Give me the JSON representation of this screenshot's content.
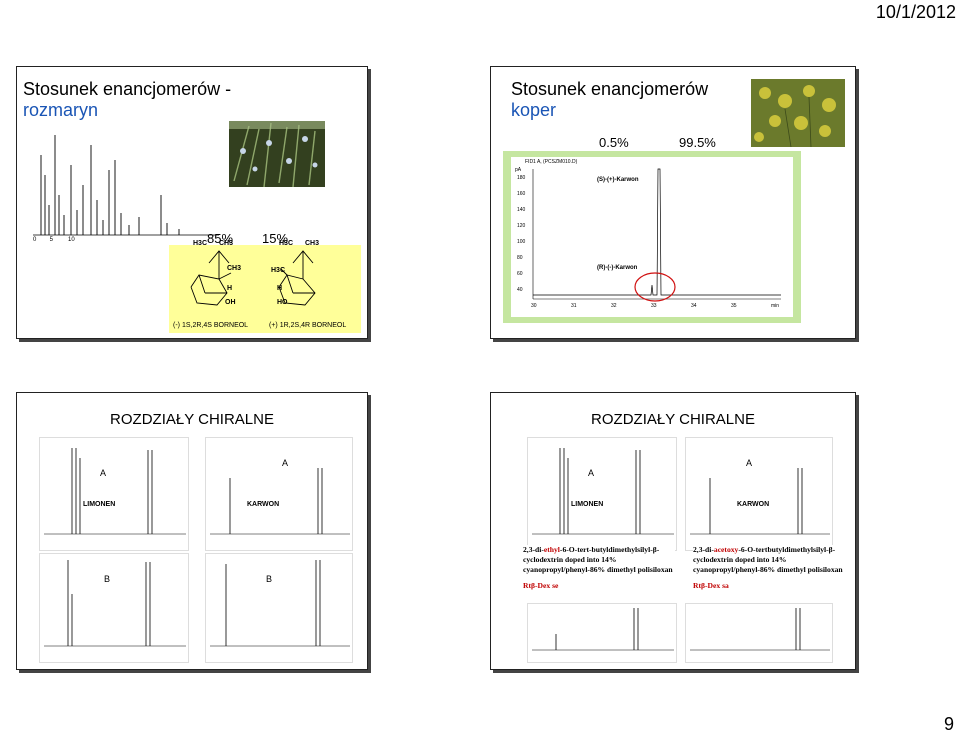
{
  "header": {
    "date": "10/1/2012"
  },
  "footer": {
    "page_number": "9"
  },
  "slide1": {
    "title_line1": "Stosunek enancjomerów -",
    "title_line2": "rozmaryn",
    "pct_left": "85%",
    "pct_right": "15%",
    "label_left": "(-) 1S,2R,4S BORNEOL",
    "label_right": "(+) 1R,2S,4R BORNEOL",
    "chem": {
      "h3c": "H3C",
      "ch3": "CH3",
      "oh": "OH",
      "ho": "HO",
      "h": "H"
    }
  },
  "slide2": {
    "title_line1": "Stosunek enancjomerów",
    "title_line2": "koper",
    "pct_left": "0.5%",
    "pct_right": "99.5%",
    "chart_header": "FID1 A, (PCSZM010.D)",
    "unit": "pA",
    "peak_s": "(S)-(+)-Karwon",
    "peak_r": "(R)-(-)-Karwon",
    "y_ticks": [
      "180",
      "160",
      "140",
      "120",
      "100",
      "80",
      "60",
      "40"
    ],
    "x_ticks": [
      "30",
      "31",
      "32",
      "33",
      "34",
      "35",
      "min"
    ]
  },
  "slide3": {
    "title": "ROZDZIAŁY CHIRALNE",
    "label_limonen": "LIMONEN",
    "label_karwon": "KARWON",
    "panel_a": "A",
    "panel_b": "B"
  },
  "slide4": {
    "title": "ROZDZIAŁY CHIRALNE",
    "label_limonen": "LIMONEN",
    "label_karwon": "KARWON",
    "panel_a": "A",
    "desc_left": {
      "pre": "2,3-di-",
      "red": "ethyl",
      "post": "-6-O-tert-butyldimethylsilyl-β-cyclodextrin doped into 14% cyanopropyl/phenyl-86% dimethyl polisiloxan",
      "column": "Rtβ-Dex se"
    },
    "desc_right": {
      "pre": "2,3-di-",
      "red": "acetoxy",
      "post": "-6-O-tertbutyldimethylsilyl-β-cyclodextrin doped into 14% cyanopropyl/phenyl-86% dimethyl polisiloxan",
      "column": "Rtβ-Dex sa"
    }
  }
}
